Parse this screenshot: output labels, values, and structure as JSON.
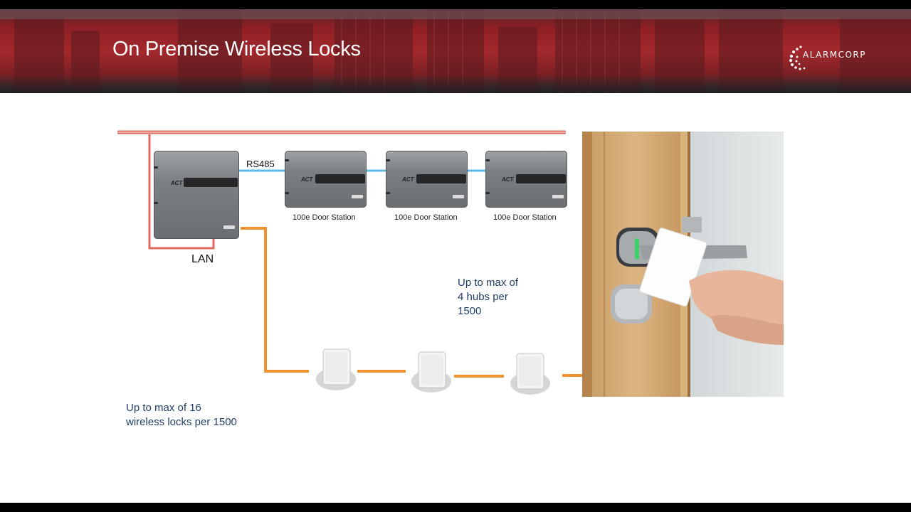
{
  "slide": {
    "title": "On Premise Wireless Locks",
    "brand": "ALARMCORP"
  },
  "diagram": {
    "rs485_label": "RS485",
    "lan_label": "LAN",
    "controller_logo": "ACT",
    "door_stations": [
      {
        "label": "100e Door Station",
        "logo": "ACT"
      },
      {
        "label": "100e Door Station",
        "logo": "ACT"
      },
      {
        "label": "100e Door Station",
        "logo": "ACT"
      }
    ],
    "hubs_note": [
      "Up to max of",
      "4 hubs per",
      "1500"
    ],
    "locks_note": [
      "Up to max of 16",
      "wireless locks per 1500"
    ]
  },
  "colors": {
    "banner_red": "#a3282c",
    "lan_line": "#e0685e",
    "rs485_line": "#5fb8e6",
    "wireless_line": "#f0922e",
    "note_text": "#1f3f66"
  },
  "icons": {
    "brand_logo": "alarmcorp-swirl-icon",
    "power_glyph": "power-icon",
    "wifi_glyph": "wifi-icon"
  }
}
